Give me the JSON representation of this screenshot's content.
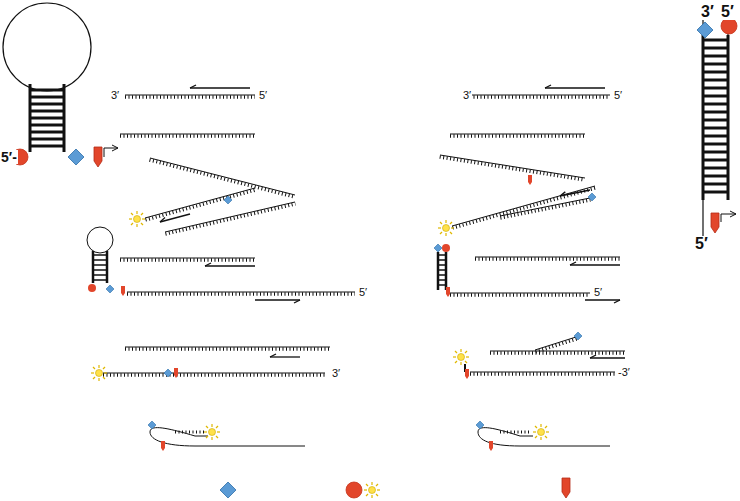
{
  "diagram": {
    "labels": [
      "3′",
      "5′",
      "5′-",
      "5′",
      "3′",
      "5′",
      "3′",
      "5′",
      "5′",
      "5′",
      "3′",
      "-3′"
    ]
  }
}
